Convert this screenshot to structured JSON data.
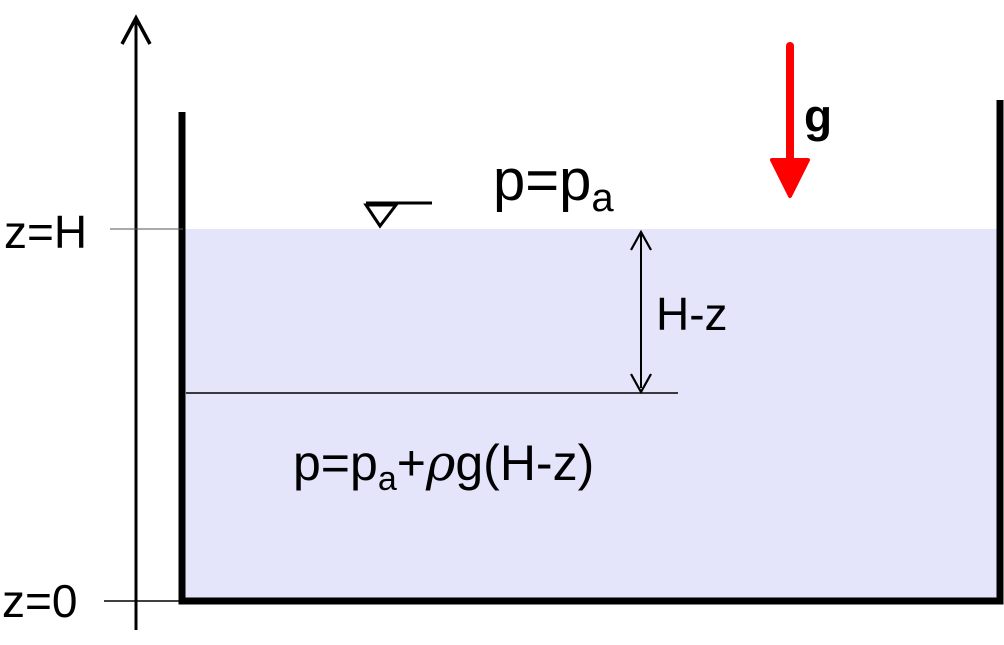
{
  "labels": {
    "z_top": "z=H",
    "z_bottom": "z=0",
    "surface_p": "p",
    "surface_eq": "=p",
    "surface_sub": "a",
    "depth": "H-z",
    "depth_p": "p=p",
    "depth_sub": "a",
    "depth_rest_1": "+",
    "depth_rho": "ρ",
    "depth_rest_2": "g(H-z)",
    "gravity": "g"
  },
  "colors": {
    "water": "#e4e4fb",
    "gravity_arrow": "#ff0000",
    "lines": "#000000"
  },
  "icons": {
    "free_surface": "free-surface-triangle-icon"
  }
}
